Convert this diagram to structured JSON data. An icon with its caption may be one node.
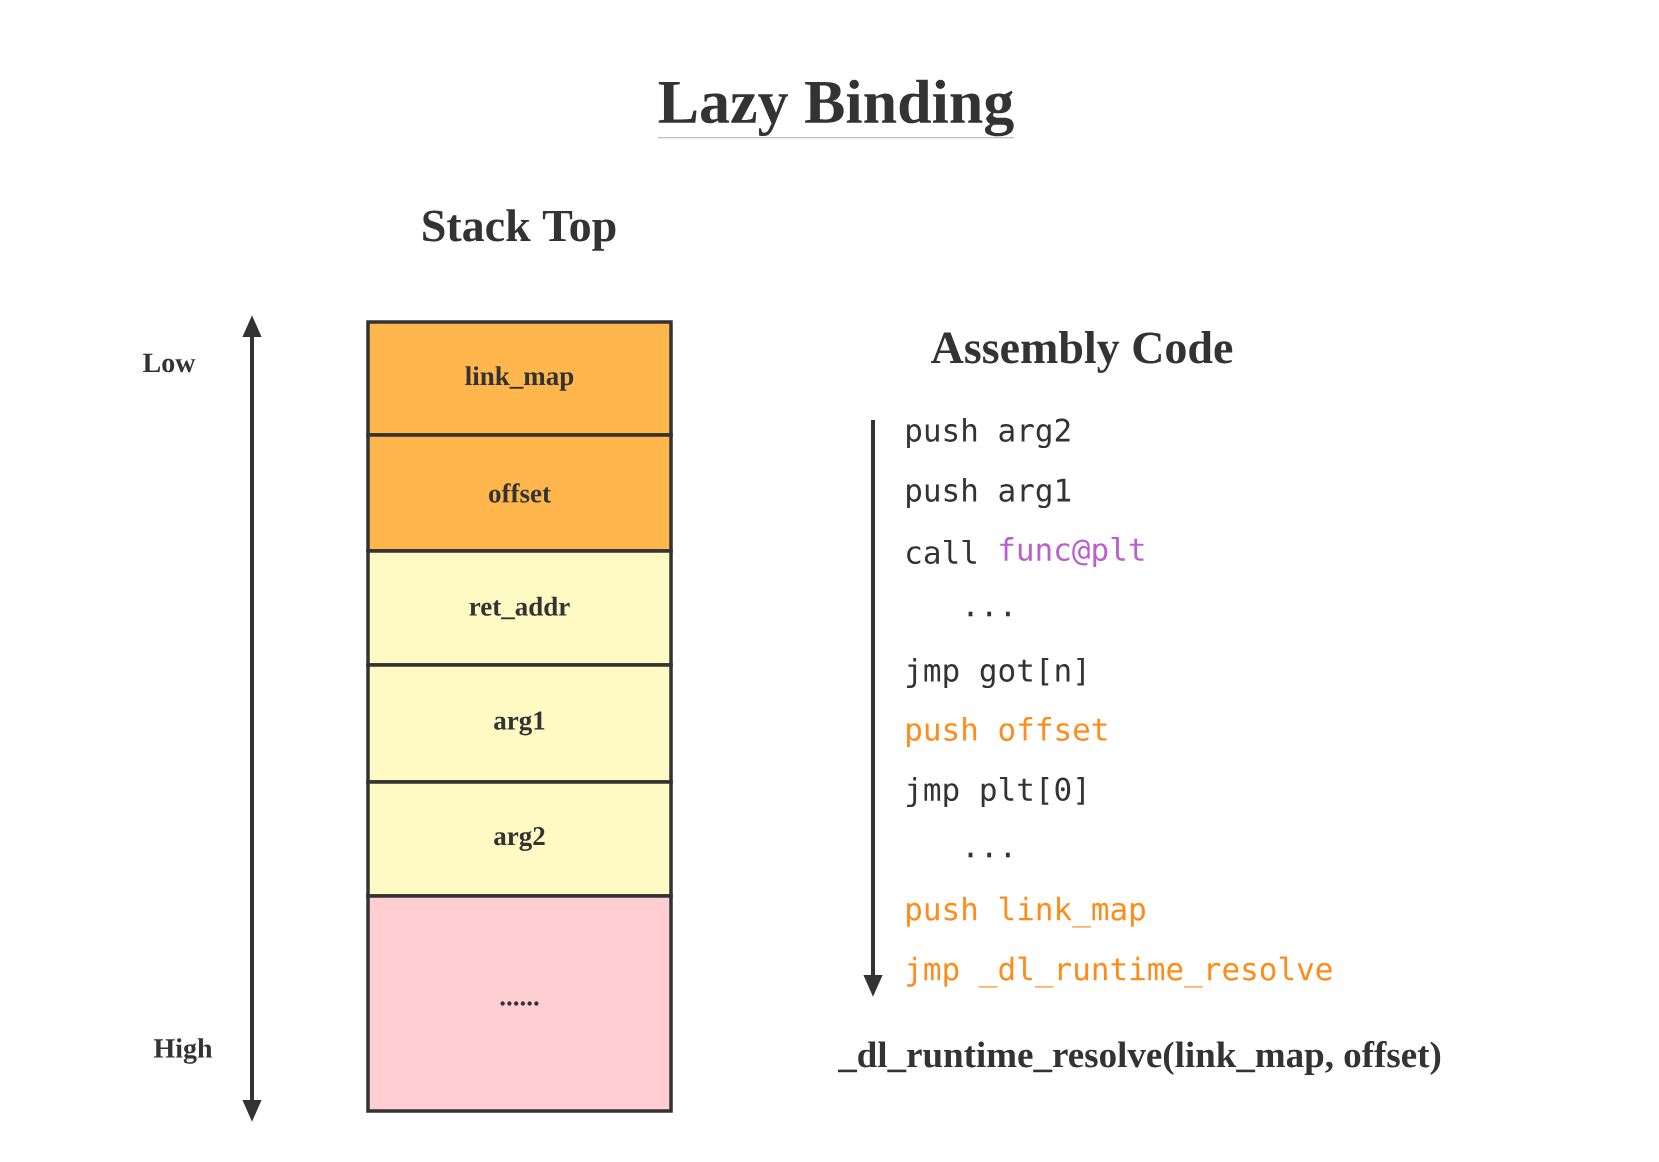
{
  "diagram": {
    "title": "Lazy Binding",
    "nodes": [
      {
        "text": [
          "link_map"
        ]
      },
      {
        "text": [
          "offset"
        ]
      },
      {
        "text": [
          "ret_addr"
        ]
      },
      {
        "text": [
          "arg1"
        ]
      },
      {
        "text": [
          "arg2"
        ]
      },
      {
        "text": [
          "......"
        ]
      }
    ],
    "labels": [
      "Stack Top",
      "Low",
      "High",
      "Assembly Code",
      "push arg2",
      "push arg1",
      "call",
      "func@plt",
      "...",
      "jmp got[n]",
      "push offset",
      "jmp plt[0]",
      "...",
      "push link_map",
      "jmp _dl_runtime_resolve",
      "_dl_runtime_resolve(link_map, offset)"
    ]
  }
}
